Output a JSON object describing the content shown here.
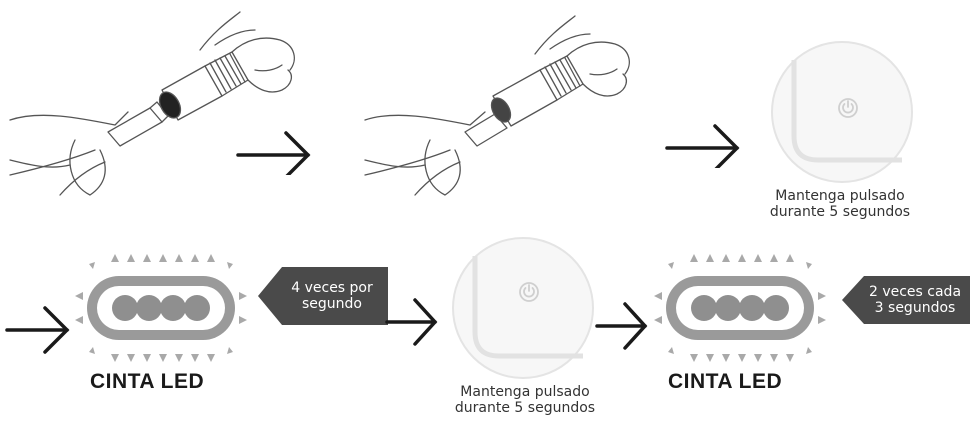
{
  "steps": {
    "hold_caption_1": "Mantenga pulsado\ndurante 5 segundos",
    "hold_caption_2": "Mantenga pulsado\ndurante 5 segundos"
  },
  "led_1": {
    "title": "CINTA LED",
    "blink_rate": "4 veces por\nsegundo"
  },
  "led_2": {
    "title": "CINTA LED",
    "blink_rate": "2 veces cada\n3 segundos"
  },
  "colors": {
    "led_dot": "#8f8f8f",
    "tag_bg": "#4a4a4a",
    "line": "#444444",
    "button_circle": "#e6e6e6"
  }
}
